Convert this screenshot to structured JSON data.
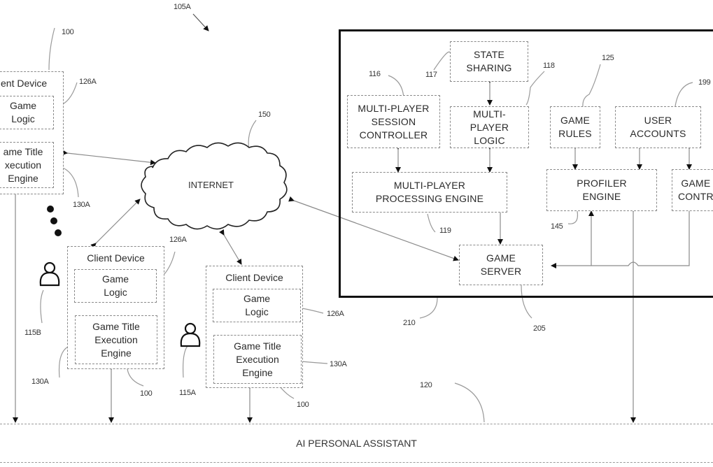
{
  "figure_ref": "105A",
  "network": {
    "label": "INTERNET",
    "ref": "150"
  },
  "server_system": {
    "ref": "210",
    "state_sharing": {
      "label": "STATE\nSHARING",
      "ref": "117"
    },
    "session_controller": {
      "label": "MULTI-PLAYER\nSESSION\nCONTROLLER",
      "ref": "116"
    },
    "multiplayer_logic": {
      "label": "MULTI-\nPLAYER\nLOGIC",
      "ref": "118"
    },
    "processing_engine": {
      "label": "MULTI-PLAYER\nPROCESSING ENGINE",
      "ref": "119"
    },
    "game_rules": {
      "label": "GAME\nRULES",
      "ref": "125"
    },
    "user_accounts": {
      "label": "USER\nACCOUNTS",
      "ref": "199"
    },
    "profiler_engine": {
      "label": "PROFILER\nENGINE",
      "ref": "145"
    },
    "game_controller": {
      "label": "GAME\nCONTR"
    },
    "game_server": {
      "label": "GAME\nSERVER",
      "ref": "205"
    }
  },
  "client_devices": [
    {
      "title": "ent Device",
      "logic": "Game\nLogic",
      "engine": "ame Title\nxecution\nEngine",
      "ref_device": "100",
      "ref_logic": "126A",
      "ref_engine": "130A"
    },
    {
      "title": "Client Device",
      "logic": "Game\nLogic",
      "engine": "Game Title\nExecution\nEngine",
      "ref_device": "100",
      "ref_logic": "126A",
      "ref_engine": "130A",
      "user_ref": "115B"
    },
    {
      "title": "Client Device",
      "logic": "Game\nLogic",
      "engine": "Game Title\nExecution\nEngine",
      "ref_device": "100",
      "ref_logic": "126A",
      "ref_engine": "130A",
      "user_ref": "115A"
    }
  ],
  "assistant": {
    "label": "AI PERSONAL ASSISTANT",
    "ref": "120"
  }
}
